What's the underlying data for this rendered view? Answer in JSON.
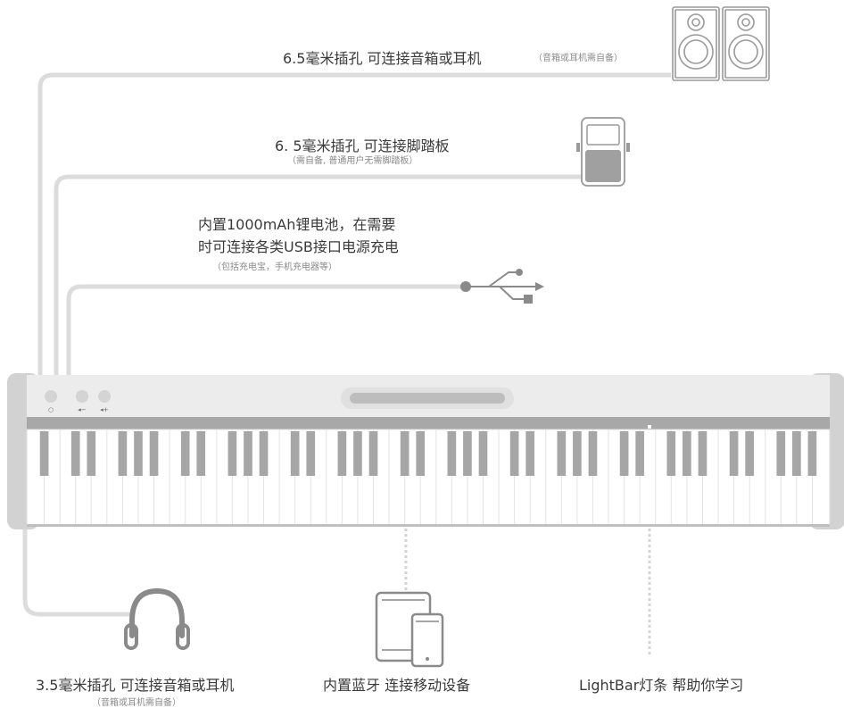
{
  "labels": {
    "speaker_jack": "6.5毫米插孔  可连接音箱或耳机",
    "speaker_jack_note": "（音箱或耳机需自备）",
    "pedal_jack": "6. 5毫米插孔  可连接脚踏板",
    "pedal_jack_note": "（需自备, 普通用户无需脚踏板）",
    "battery_line1": "内置1000mAh锂电池，在需要",
    "battery_line2": "时可连接各类USB接口电源充电",
    "battery_note": "（包括充电宝，手机充电器等）",
    "headphone_jack": "3.5毫米插孔  可连接音箱或耳机",
    "headphone_jack_note": "（音箱或耳机需自备）",
    "bluetooth": "内置蓝牙  连接移动设备",
    "lightbar": "LightBar灯条  帮助你学习"
  },
  "panel": {
    "power_symbol": "○",
    "vol_down_symbol": "◂−",
    "vol_up_symbol": "◂+"
  },
  "keyboard": {
    "white_keys": 51
  },
  "colors": {
    "line": "#d8d8d8",
    "body": "#e6e6e6",
    "black_key": "#a6a6a6",
    "icon": "#9a9a9a",
    "strip": "#a8a8a8"
  }
}
